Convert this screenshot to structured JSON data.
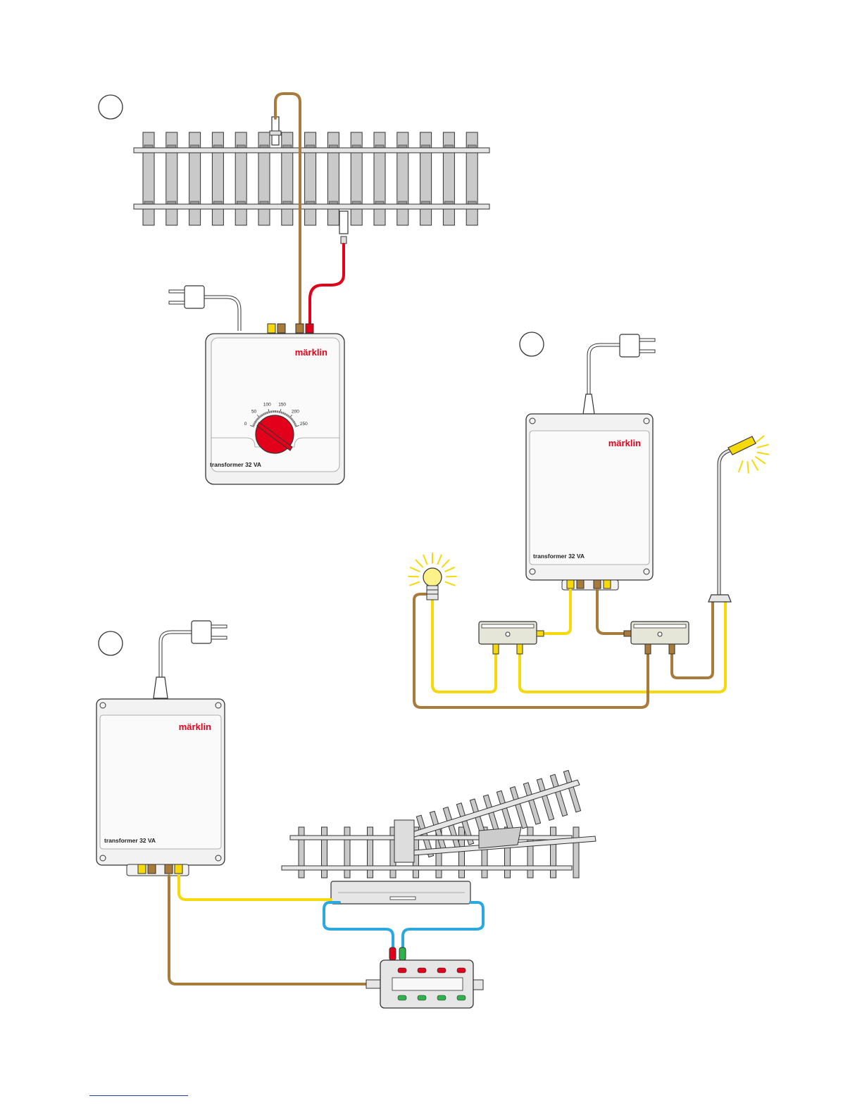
{
  "figures": [
    {
      "id": "1",
      "marker_label": ""
    },
    {
      "id": "2",
      "marker_label": ""
    },
    {
      "id": "3",
      "marker_label": ""
    }
  ],
  "transformer_1": {
    "brand": "märklin",
    "model": "transformer 32 VA",
    "dial_ticks": [
      "0",
      "50",
      "100",
      "150",
      "200",
      "250"
    ]
  },
  "transformer_2": {
    "brand": "märklin",
    "model": "transformer 32 VA"
  },
  "transformer_3": {
    "brand": "märklin",
    "model": "transformer 32 VA"
  },
  "colors": {
    "brown_wire": "#a87b3a",
    "red_wire": "#e2001a",
    "yellow_wire": "#f5d90a",
    "blue_wire": "#2ca8e0",
    "brand_red": "#e2001a",
    "device_body": "#f2f2f2",
    "outline": "#333333",
    "footer_rule": "#2a3ea8"
  },
  "icons": [
    "power-plug-icon",
    "light-bulb-icon",
    "street-lamp-icon",
    "distribution-strip-icon",
    "control-panel-icon",
    "turnout-track-icon",
    "straight-track-icon",
    "feeder-clip-icon"
  ]
}
